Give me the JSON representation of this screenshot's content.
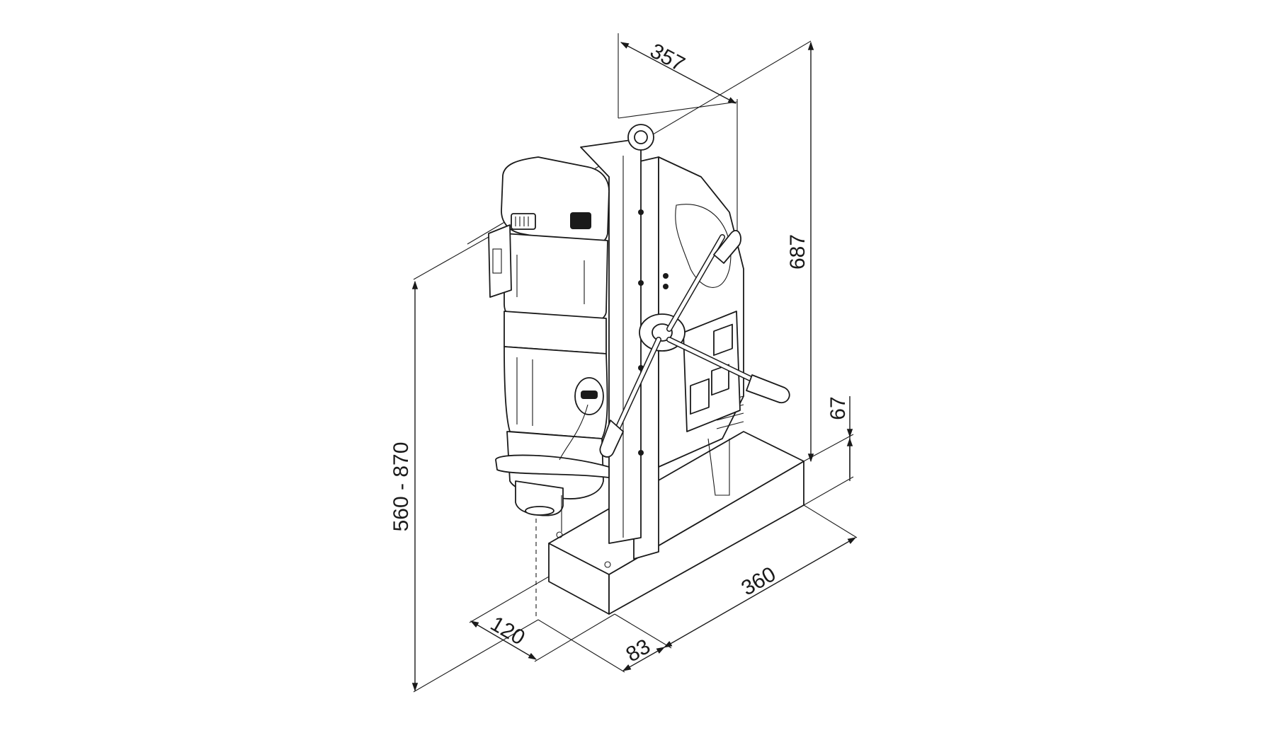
{
  "drawing": {
    "subject": "",
    "dimensions": {
      "depth_top": "357",
      "total_height": "687",
      "base_height": "67",
      "base_length": "360",
      "base_width": "83",
      "spindle_offset": "120",
      "working_height": "560 - 870"
    },
    "line_color": "#1a1a1a",
    "background": "#ffffff"
  }
}
